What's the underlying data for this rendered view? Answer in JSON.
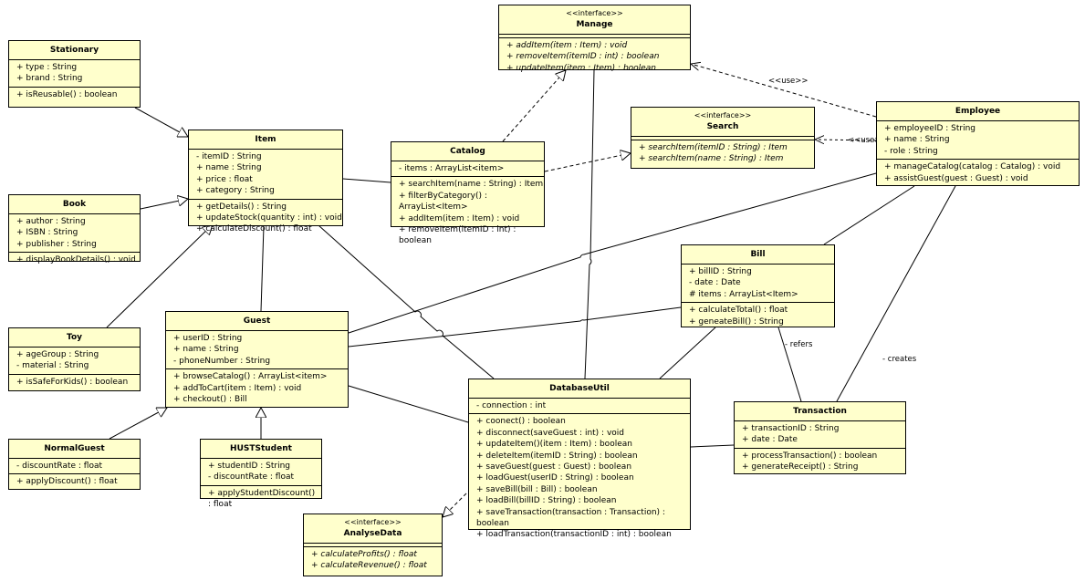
{
  "classes": {
    "stationary": {
      "name": "Stationary",
      "attributes": [
        "+ type : String",
        "+ brand : String"
      ],
      "methods": [
        "+ isReusable() : boolean"
      ]
    },
    "item": {
      "name": "Item",
      "attributes": [
        "- itemID : String",
        "+ name : String",
        "+ price : float",
        "+ category : String"
      ],
      "methods": [
        "+ getDetails() : String",
        "+ updateStock(quantity : int) : void",
        "+ calculateDiscount() : float"
      ]
    },
    "book": {
      "name": "Book",
      "attributes": [
        "+ author : String",
        "+ ISBN : String",
        "+ publisher : String"
      ],
      "methods": [
        "+ displayBookDetails() : void"
      ]
    },
    "toy": {
      "name": "Toy",
      "attributes": [
        "+ ageGroup : String",
        "- material : String"
      ],
      "methods": [
        "+ isSafeForKids() : boolean"
      ]
    },
    "guest": {
      "name": "Guest",
      "attributes": [
        "+ userID : String",
        "+ name : String",
        "- phoneNumber : String"
      ],
      "methods": [
        "+ browseCatalog() : ArrayList<item>",
        "+ addToCart(item : Item) : void",
        "+ checkout() : Bill"
      ]
    },
    "normalguest": {
      "name": "NormalGuest",
      "attributes": [
        "- discountRate : float"
      ],
      "methods": [
        "+ applyDiscount() : float"
      ]
    },
    "huststudent": {
      "name": "HUSTStudent",
      "attributes": [
        "+ studentID : String",
        "- discountRate : float"
      ],
      "methods": [
        "+ applyStudentDiscount() : float"
      ]
    },
    "manage": {
      "stereotype": "<<interface>>",
      "name": "Manage",
      "attributes": [],
      "methods": [
        "+ addItem(item : Item) : void",
        "+ removeItem(itemID : int) : boolean",
        "+ updateItem(item : Item) : boolean"
      ]
    },
    "catalog": {
      "name": "Catalog",
      "attributes": [
        "- items : ArrayList<item>"
      ],
      "methods": [
        "+ searchItem(name : String) : Item",
        "+ filterByCategory() : ArrayList<Item>",
        "+ addItem(item : Item) : void",
        "+ removeItem(itemID : int) : boolean"
      ]
    },
    "search": {
      "stereotype": "<<interface>>",
      "name": "Search",
      "attributes": [],
      "methods": [
        "+ searchItem(itemID : String) : Item",
        "+ searchItem(name : String) : Item"
      ]
    },
    "employee": {
      "name": "Employee",
      "attributes": [
        "+ employeeID : String",
        "+ name : String",
        "- role : String"
      ],
      "methods": [
        "+ manageCatalog(catalog : Catalog) : void",
        "+ assistGuest(guest : Guest) : void"
      ]
    },
    "bill": {
      "name": "Bill",
      "attributes": [
        "+ billID : String",
        "- date : Date",
        "# items : ArrayList<Item>"
      ],
      "methods": [
        "+ calculateTotal() : float",
        "+ geneateBill() : String"
      ]
    },
    "transaction": {
      "name": "Transaction",
      "attributes": [
        "+ transactionID : String",
        "+ date : Date"
      ],
      "methods": [
        "+ processTransaction() : boolean",
        "+ generateReceipt() : String"
      ]
    },
    "databaseutil": {
      "name": "DatabaseUtil",
      "attributes": [
        "- connection : int"
      ],
      "methods": [
        "+ coonect() : boolean",
        "+ disconnect(saveGuest : int) : void",
        "+ updateItem()(item : Item) : boolean",
        "+ deleteItem(itemID : String) : boolean",
        "+ saveGuest(guest : Guest) : boolean",
        "+ loadGuest(userID : String) : boolean",
        "+ saveBill(bill : Bill) : boolean",
        "+ loadBill(billID : String) : boolean",
        "+ saveTransaction(transaction : Transaction) : boolean",
        "+ loadTransaction(transactionID : int) : boolean"
      ]
    },
    "analysedata": {
      "stereotype": "<<interface>>",
      "name": "AnalyseData",
      "attributes": [],
      "methods": [
        "+ calculateProfits() : float",
        "+ calculateRevenue() : float"
      ]
    }
  },
  "labels": {
    "use_manage": "<<use>>",
    "use_search": "<<use>>",
    "refers": "- refers",
    "creates": "- creates"
  }
}
